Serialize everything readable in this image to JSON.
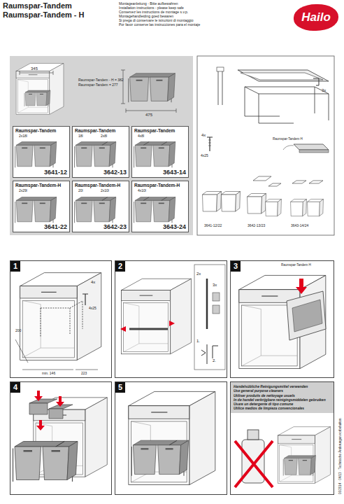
{
  "diagram": {
    "title": "Raumspar-Tandem",
    "nodes": [
      {
        "text": [
          "Hailo"
        ]
      },
      {
        "text": [
          "Raumspar-Tandem",
          "2x18l",
          "3641-12"
        ]
      },
      {
        "text": [
          "Raumspar-Tandem",
          "18l",
          "2x8l",
          "3642-13"
        ]
      },
      {
        "text": [
          "Raumspar-Tandem",
          "4x8l",
          "3643-14"
        ]
      },
      {
        "text": [
          "Raumspar-Tandem-H",
          "2x29l",
          "3641-22"
        ]
      },
      {
        "text": [
          "Raumspar-Tandem-H",
          "20l",
          "2x10l",
          "3642-23"
        ]
      },
      {
        "text": [
          "Raumspar-Tandem-H",
          "4x10l",
          "3643-24"
        ]
      },
      {
        "text": [
          "1"
        ]
      },
      {
        "text": [
          "2"
        ]
      },
      {
        "text": [
          "3"
        ]
      },
      {
        "text": [
          "4"
        ]
      },
      {
        "text": [
          "5"
        ]
      },
      {
        "text": [
          "Handelsübliche Reinigungsmittel verwenden",
          "Use general purpose cleaners",
          "Utiliser produits de nettoyage usuels",
          "In de handel verkrijgbare reinigingsmiddelen gebruiken",
          "Usare un detergente di tipo comune",
          "Utilice medios de limpieza convencionales"
        ]
      }
    ],
    "labels": [
      "Raumspar-Tandem - H",
      "Montageanleitung - Bitte aufbewahren",
      "Installation instructions - please keep safe",
      "Conservez les instructions de montage s.v.p.",
      "Montagehandleiding goed bewaren",
      "Si prega di conservare le istruzioni di montaggio",
      "Por favor conserve las instrucciones para el montaje",
      "345",
      "Raumspar-Tandem - H = 382",
      "Raumspar-Tandem = 277",
      "475",
      "3x",
      "4x",
      "4x25",
      "Raumspar-Tandem H",
      "3641-12/22",
      "3642-13/23",
      "3643-14/24",
      "4x",
      "4x25",
      "200",
      "min. 146",
      "223",
      "2x",
      "3x",
      "1.",
      "2.",
      "Raumspar-Tandem H",
      "06/2014 · 04/13 · Technische Änderungen vorbehalten"
    ]
  }
}
